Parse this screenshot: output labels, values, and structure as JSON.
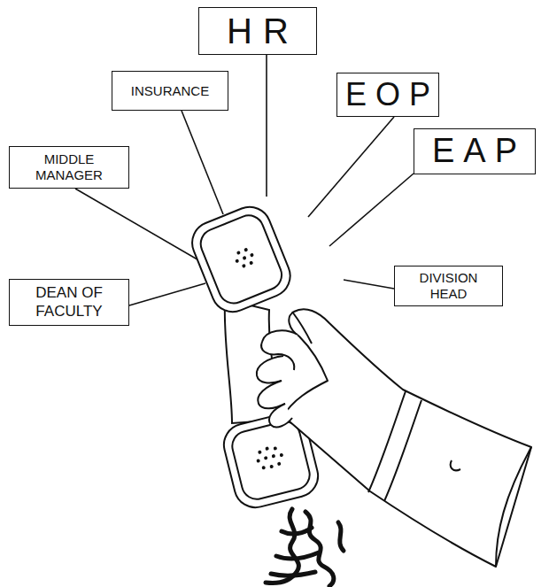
{
  "diagram": {
    "nodes": [
      {
        "text": [
          "HR"
        ]
      },
      {
        "text": [
          "INSURANCE"
        ]
      },
      {
        "text": [
          "EOP"
        ]
      },
      {
        "text": [
          "EAP"
        ]
      },
      {
        "text": [
          "MIDDLE MANAGER"
        ]
      },
      {
        "text": [
          "DIVISION HEAD"
        ]
      },
      {
        "text": [
          "DEAN OF FACULTY"
        ]
      }
    ]
  }
}
